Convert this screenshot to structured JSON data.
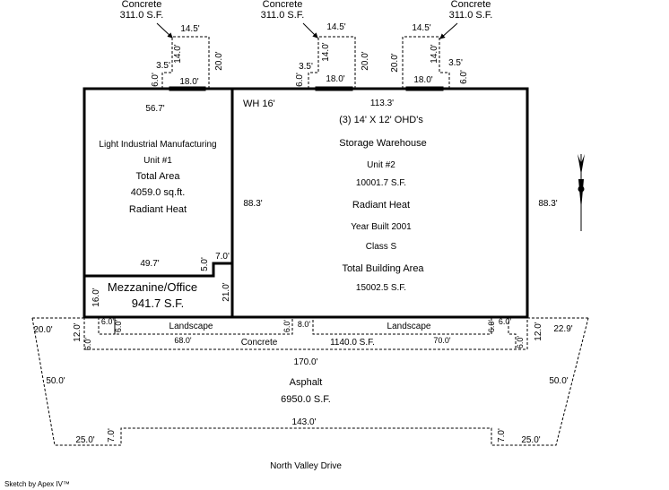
{
  "pads": [
    {
      "label": "Concrete",
      "area": "311.0 S.F.",
      "width": "14.5'",
      "depth": "14.0'",
      "step": "3.5'",
      "offset": "6.0'",
      "total_depth": "20.0'",
      "door": "18.0'"
    },
    {
      "label": "Concrete",
      "area": "311.0 S.F.",
      "width": "14.5'",
      "depth": "14.0'",
      "step": "3.5'",
      "offset": "6.0'",
      "total_depth": "20.0'",
      "door": "18.0'"
    },
    {
      "label": "Concrete",
      "area": "311.0 S.F.",
      "width": "14.5'",
      "depth": "14.0'",
      "step": "3.5'",
      "offset": "6.0'",
      "total_depth": "20.0'",
      "door": "18.0'"
    }
  ],
  "unit1": {
    "top_dim": "56.7'",
    "name": "Light Industrial Manufacturing",
    "unit": "Unit #1",
    "area_label": "Total Area",
    "area": "4059.0 sq.ft.",
    "heat": "Radiant Heat",
    "bottom_dim": "49.7'",
    "notch_h": "5.0'",
    "notch_w": "7.0'"
  },
  "mezzanine": {
    "name": "Mezzanine/Office",
    "area": "941.7 S.F.",
    "depth": "16.0'",
    "width": "21.0'"
  },
  "unit2": {
    "wall_height": "WH 16'",
    "top_dim": "113.3'",
    "doors": "(3) 14' X 12' OHD's",
    "name": "Storage Warehouse",
    "unit": "Unit #2",
    "area": "10001.7 S.F.",
    "left_dim": "88.3'",
    "right_dim": "88.3'",
    "heat": "Radiant Heat",
    "year": "Year Built 2001",
    "class": "Class S",
    "total_label": "Total Building Area",
    "total_area": "15002.5 S.F."
  },
  "site": {
    "left_top": "20.0'",
    "left_12": "12.0'",
    "left_6a": "6.0'",
    "left_6b": "6.0'",
    "left_6c": "6.0'",
    "landscape1": "Landscape",
    "land1_6": "6.0'",
    "gap": "8.0'",
    "landscape2": "Landscape",
    "land2_6": "6.0'",
    "right_6a": "6.0'",
    "right_6b": "6.0'",
    "right_12": "12.0'",
    "right_top": "22.9'",
    "concrete_68": "68.0'",
    "concrete_label": "Concrete",
    "concrete_area": "1140.0 S.F.",
    "concrete_70": "70.0'",
    "total_width": "170.0'",
    "left_side": "50.0'",
    "right_side": "50.0'",
    "asphalt_label": "Asphalt",
    "asphalt_area": "6950.0 S.F.",
    "bottom_width": "143.0'",
    "left_bottom": "25.0'",
    "left_7": "7.0'",
    "right_7": "7.0'",
    "right_bottom": "25.0'"
  },
  "street": "North Valley Drive",
  "credit": "Sketch by Apex IV™"
}
